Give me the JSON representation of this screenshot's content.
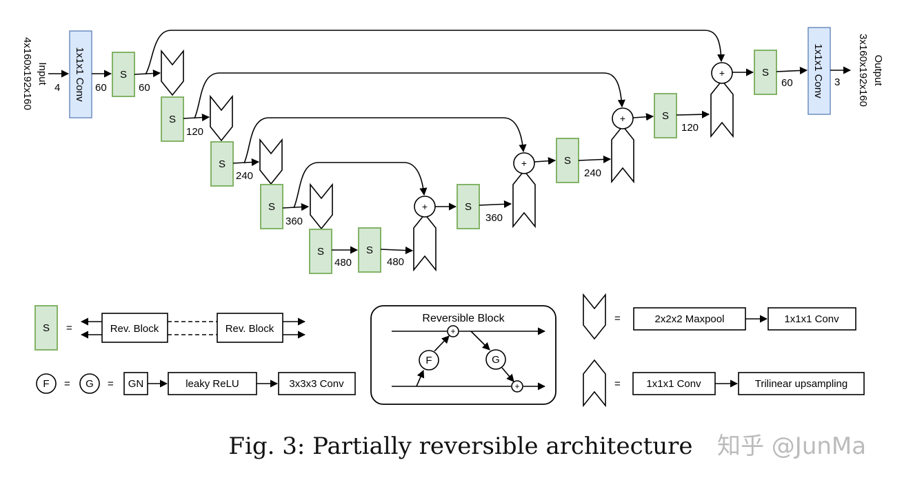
{
  "input": {
    "l1": "Input",
    "l2": "4x160x192x160",
    "ch": "4"
  },
  "output": {
    "l1": "Output",
    "l2": "3x160x192x160",
    "ch": "3"
  },
  "conv_label": "1x1x1 Conv",
  "s_label": "S",
  "plus": "+",
  "channels": [
    "60",
    "120",
    "240",
    "360",
    "480"
  ],
  "legend": {
    "eq": "=",
    "rev_block": "Rev. Block",
    "reversible_block_title": "Reversible Block",
    "F": "F",
    "G": "G",
    "gn": "GN",
    "relu": "leaky ReLU",
    "conv3": "3x3x3 Conv",
    "maxpool": "2x2x2 Maxpool",
    "conv1": "1x1x1 Conv",
    "upsample": "Trilinear upsampling"
  },
  "caption": "Fig. 3: Partially reversible architecture",
  "watermark": "知乎 @JunMa"
}
